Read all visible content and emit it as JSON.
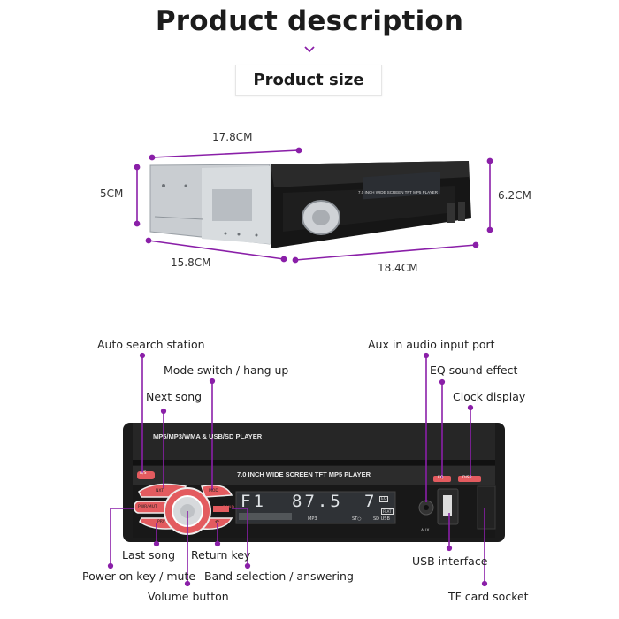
{
  "header": {
    "title": "Product description",
    "section_label": "Product size"
  },
  "dimensions": {
    "top_length": "17.8CM",
    "left_height": "5CM",
    "right_height": "6.2CM",
    "bottom_left_depth": "15.8CM",
    "bottom_right_width": "18.4CM"
  },
  "device_top": {
    "panel_text": "7.0 INCH WIDE SCREEN TFT MP5 PLAYER"
  },
  "device_front": {
    "flap_text": "MP5/MP3/WMA & USB/SD PLAYER",
    "panel_text": "7.0 INCH WIDE SCREEN TFT MP5 PLAYER",
    "buttons": {
      "as": "A/S",
      "nxt": "NXT",
      "mod": "MOD",
      "pwr": "PWR/MUT",
      "prv": "PRV",
      "ret": "↶",
      "band": "BAND",
      "eq": "EQ",
      "disp": "DISP",
      "aux": "AUX"
    },
    "display": {
      "preset": "F1",
      "frequency": "87.5",
      "channel": "7",
      "ind_mp3": "MP3",
      "ind_st": "ST○",
      "ind_sd_usb": "SD USB",
      "ind_eq": "EQ",
      "ind_flat": "FLAT"
    }
  },
  "callouts": {
    "auto_search": "Auto search station",
    "mode_switch": "Mode switch / hang up",
    "next_song": "Next song",
    "aux_port": "Aux in audio input port",
    "eq_effect": "EQ sound effect",
    "clock_display": "Clock display",
    "last_song": "Last song",
    "return_key": "Return key",
    "power_mute": "Power on key / mute",
    "band_select": "Band selection / answering",
    "volume": "Volume button",
    "usb": "USB interface",
    "tf_card": "TF card socket"
  },
  "colors": {
    "accent": "#8a1fa8",
    "button_red": "#e35b5f",
    "device_black": "#1b1b1b"
  }
}
